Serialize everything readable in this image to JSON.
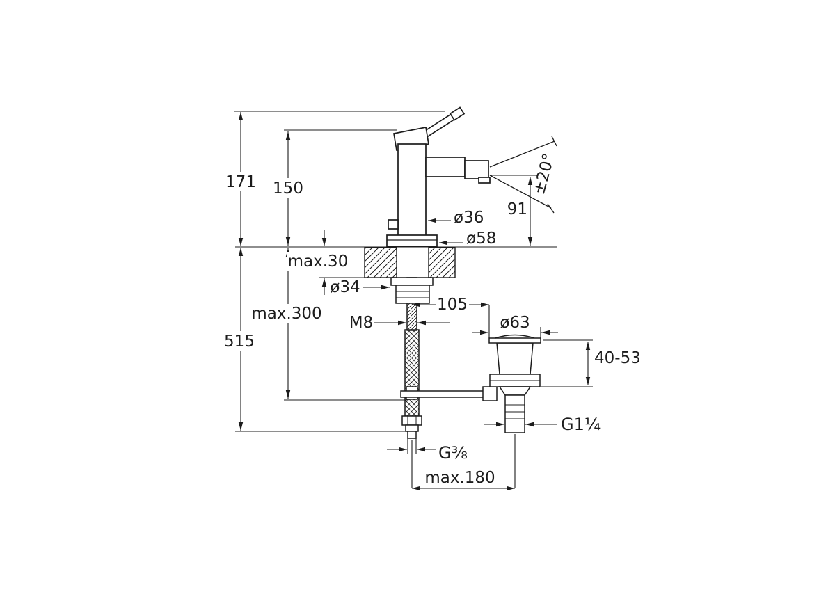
{
  "colors": {
    "line": "#1c1c1c",
    "background": "#ffffff"
  },
  "drawing": {
    "kind": "technical dimension drawing",
    "subject": "single-lever bidet mixer with pop-up waste"
  },
  "labels": {
    "above_deck_height": "171",
    "body_height": "150",
    "total_height": "515",
    "hose_max_length": "max.300",
    "deck_max_thickness": "max.30",
    "hole_diameter": "ø34",
    "stud_thread": "M8",
    "axis_offset": "105",
    "body_diameter": "ø36",
    "base_diameter": "ø58",
    "spout_height": "91",
    "swivel_angle": "±20°",
    "waste_flange_diameter": "ø63",
    "waste_height_range": "40-53",
    "waste_thread": "G1¼",
    "supply_thread": "G⅜",
    "max_reach": "max.180"
  }
}
